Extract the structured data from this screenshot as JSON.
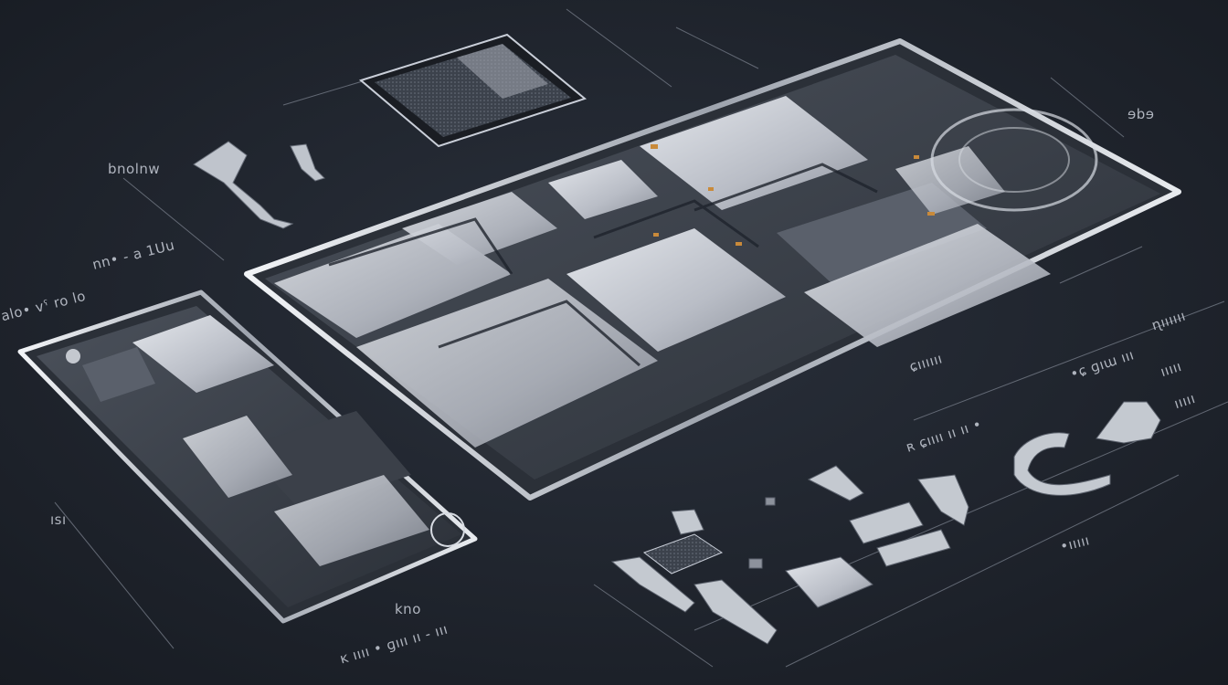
{
  "scene": {
    "description_free": true,
    "palette": {
      "background": "#1e232c",
      "background_vignette": "#2a303b",
      "frame_metal": "#d7dbe2",
      "frame_shadow": "#4b525d",
      "board_dark": "#3a3f48",
      "shield_silver": "#b9bdc6",
      "shield_highlight": "#e4e7ec",
      "copper_accent": "#c98a3a",
      "label_text": "#c9ced8",
      "leader_line": "#8f96a3"
    },
    "labels": [
      {
        "id": "top-left-1",
        "text": "bnolnw"
      },
      {
        "id": "mid-left-1",
        "text": "nn• - a 1Uu"
      },
      {
        "id": "mid-left-2",
        "text": "alo• vˤ ro lo"
      },
      {
        "id": "left-bottom",
        "text": "ısı"
      },
      {
        "id": "top-right",
        "text": "ɘbɘ"
      },
      {
        "id": "right-1",
        "text": "ɳıııııı"
      },
      {
        "id": "right-2",
        "text": "•ɕ ɡıɯ ııı"
      },
      {
        "id": "center-right",
        "text": "ɕıııııı"
      },
      {
        "id": "bottom-center-1",
        "text": "ʀ ɕıııı ıı ıı •"
      },
      {
        "id": "bottom-left-2",
        "text": "kno"
      },
      {
        "id": "bottom-row",
        "text": "ᴋ ıııı • ɡııı ıı - ııı"
      },
      {
        "id": "bottom-right",
        "text": "•ııııı"
      },
      {
        "id": "right-3",
        "text": "ııııı"
      },
      {
        "id": "right-4",
        "text": "ııııı"
      }
    ]
  }
}
